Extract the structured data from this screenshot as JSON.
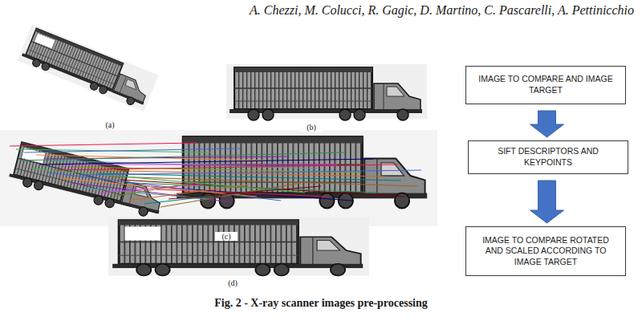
{
  "diagram": {
    "caption": "Fig. 2 - X-ray scanner images pre-processing",
    "nodes": [
      {
        "text": [
          "IMAGE TO COMPARE AND IMAGE TARGET"
        ]
      },
      {
        "text": [
          "SIFT DESCRIPTORS AND KEYPOINTS"
        ]
      },
      {
        "text": [
          "IMAGE TO COMPARE ROTATED AND SCALED ACCORDING TO IMAGE TARGET"
        ]
      }
    ],
    "edges": [
      {
        "from": 0,
        "to": 1,
        "arrow": "to"
      },
      {
        "from": 1,
        "to": 2,
        "arrow": "to"
      }
    ],
    "labels": [
      "A. Chezzi, M. Colucci, R. Gagic, D. Martino, C. Pascarelli, A. Pettinicchio",
      "(a)",
      "(b)",
      "(c)",
      "(d)"
    ]
  }
}
